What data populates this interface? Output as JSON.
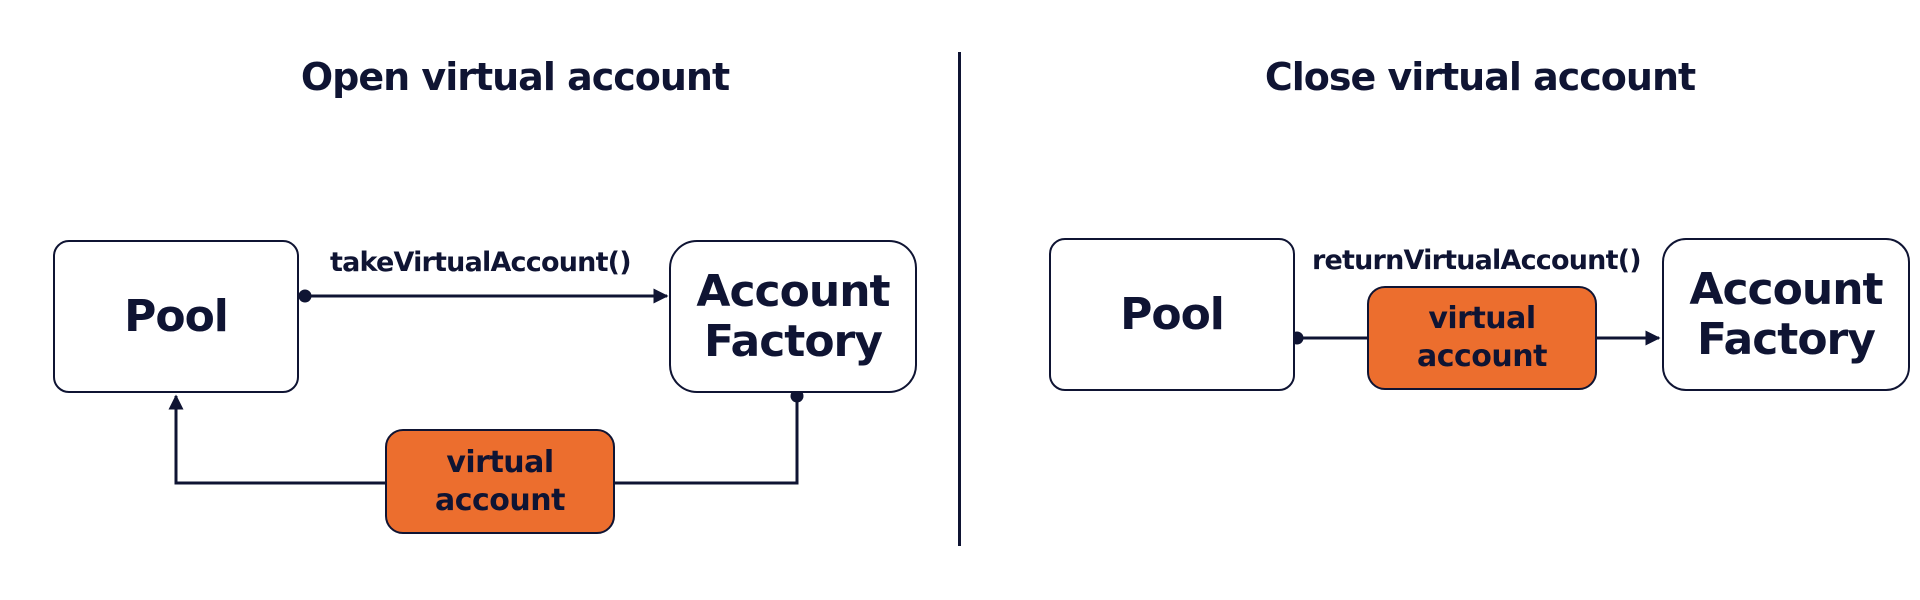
{
  "open": {
    "title": "Open virtual account",
    "pool_label": "Pool",
    "factory_label": "Account\nFactory",
    "function_label": "takeVirtualAccount()",
    "virtual_account_label": "virtual\naccount"
  },
  "close": {
    "title": "Close virtual account",
    "pool_label": "Pool",
    "factory_label": "Account\nFactory",
    "function_label": "returnVirtualAccount()",
    "virtual_account_label": "virtual\naccount"
  },
  "colors": {
    "ink": "#0f1433",
    "accent": "#ec6e2e",
    "background": "#ffffff"
  }
}
